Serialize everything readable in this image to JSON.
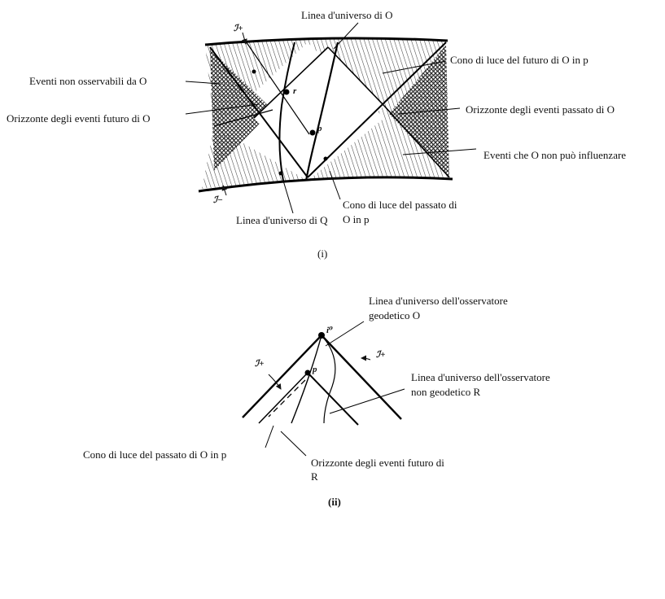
{
  "figure1": {
    "labels": {
      "world_line_O": "Linea d'universo di O",
      "future_cone": "Cono di luce del futuro di O in p",
      "unobservable_events": "Eventi non osservabili da O",
      "future_horizon": "Orizzonte degli eventi futuro di O",
      "past_horizon": "Orizzonte degli eventi passato di O",
      "uninfluenceable_events": "Eventi che O non può influenzare",
      "past_cone_line1": "Cono di luce del passato di",
      "past_cone_line2": "O in p",
      "world_line_Q": "Linea d'universo di Q"
    },
    "marks": {
      "scri_plus": "ℐ+",
      "scri_minus": "ℐ−",
      "point_r": "r",
      "point_p": "p"
    },
    "caption": "(i)"
  },
  "figure2": {
    "labels": {
      "geodesic_line1": "Linea d'universo dell'osservatore",
      "geodesic_line2": "geodetico O",
      "nongeodesic_line1": "Linea d'universo dell'osservatore",
      "nongeodesic_line2": "non geodetico R",
      "past_cone": "Cono di luce del passato di O in p",
      "horizon_line1": "Orizzonte degli eventi futuro di",
      "horizon_line2": "R"
    },
    "marks": {
      "scri_left": "ℐ+",
      "scri_right": "ℐ+",
      "point_i0": "i⁰",
      "point_p": "p"
    },
    "caption": "(ii)"
  }
}
